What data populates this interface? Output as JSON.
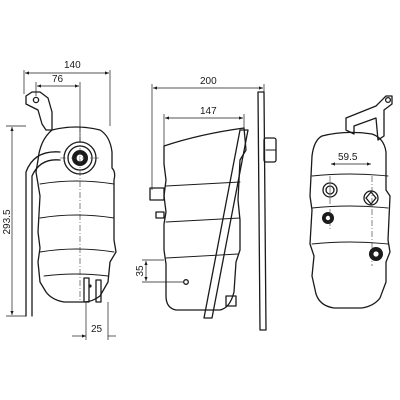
{
  "dimensions": {
    "front_total_width": "140",
    "front_cap_offset": "76",
    "front_total_height": "293.5",
    "front_bottom_spigot": "25",
    "side_total_width": "200",
    "side_body_width": "147",
    "side_port_height": "35",
    "rear_port_spacing": "59.5"
  }
}
